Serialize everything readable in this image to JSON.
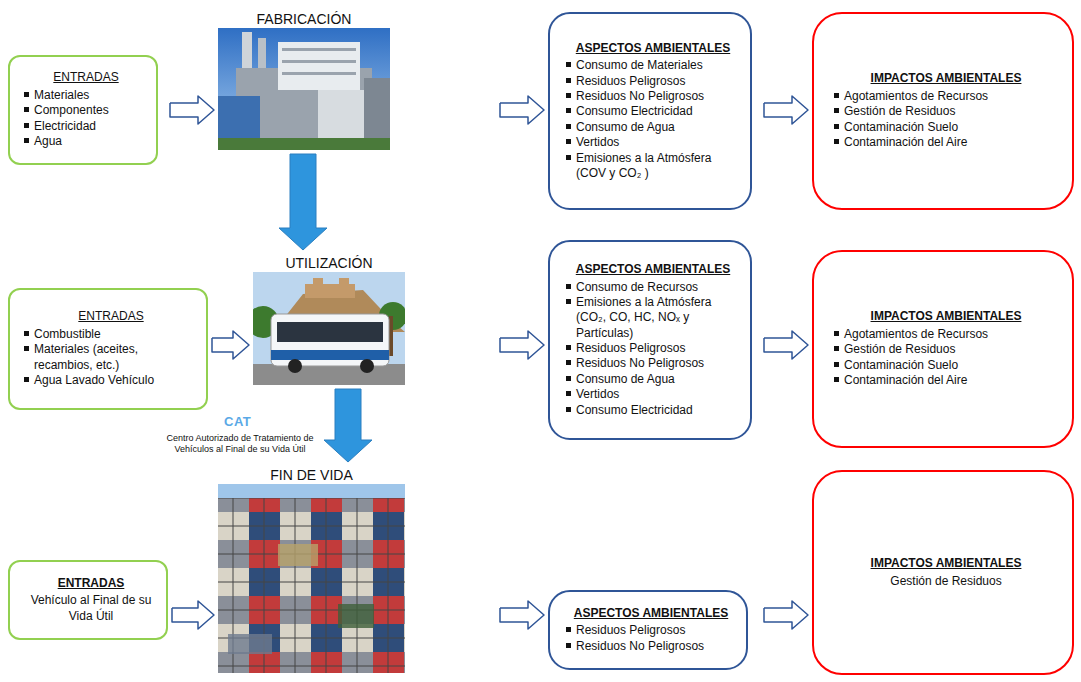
{
  "diagram": {
    "nodes": [
      {
        "text": [
          "ENTRADAS",
          "Materiales",
          "Componentes",
          "Electricidad",
          "Agua"
        ]
      },
      {
        "text": [
          "FABRICACIÓN"
        ]
      },
      {
        "text": [
          "ASPECTOS AMBIENTALES",
          "Consumo de Materiales",
          "Residuos Peligrosos",
          "Residuos No Peligrosos",
          "Consumo Electricidad",
          "Consumo de Agua",
          "Vertidos",
          "Emisiones a la Atmósfera (COV y CO₂ )"
        ]
      },
      {
        "text": [
          "IMPACTOS AMBIENTALES",
          "Agotamientos de Recursos",
          "Gestión de Residuos",
          "Contaminación Suelo",
          "Contaminación del Aire"
        ]
      },
      {
        "text": [
          "ENTRADAS",
          "Combustible",
          "Materiales (aceites, recambios, etc.)",
          "Agua Lavado Vehículo"
        ]
      },
      {
        "text": [
          "UTILIZACIÓN"
        ]
      },
      {
        "text": [
          "ASPECTOS AMBIENTALES",
          "Consumo de Recursos",
          "Emisiones a la Atmósfera (CO₂, CO, HC, NOₓ y Partículas)",
          "Residuos Peligrosos",
          "Residuos No Peligrosos",
          "Consumo de Agua",
          "Vertidos",
          "Consumo Electricidad"
        ]
      },
      {
        "text": [
          "IMPACTOS AMBIENTALES",
          "Agotamientos de Recursos",
          "Gestión de Residuos",
          "Contaminación Suelo",
          "Contaminación del Aire"
        ]
      },
      {
        "text": [
          "ENTRADAS",
          "Vehículo al Final de su Vida Útil"
        ]
      },
      {
        "text": [
          "FIN DE VIDA"
        ]
      },
      {
        "text": [
          "ASPECTOS AMBIENTALES",
          "Residuos Peligrosos",
          "Residuos No Peligrosos"
        ]
      },
      {
        "text": [
          "IMPACTOS AMBIENTALES",
          "Gestión de Residuos"
        ]
      }
    ],
    "edges": [
      {
        "from": 0,
        "to": 1,
        "arrow": "to"
      },
      {
        "from": 1,
        "to": 2,
        "arrow": "to"
      },
      {
        "from": 2,
        "to": 3,
        "arrow": "to"
      },
      {
        "from": 4,
        "to": 5,
        "arrow": "to"
      },
      {
        "from": 5,
        "to": 6,
        "arrow": "to"
      },
      {
        "from": 6,
        "to": 7,
        "arrow": "to"
      },
      {
        "from": 8,
        "to": 9,
        "arrow": "to"
      },
      {
        "from": 9,
        "to": 10,
        "arrow": "to"
      },
      {
        "from": 10,
        "to": 11,
        "arrow": "to"
      },
      {
        "from": 1,
        "to": 5,
        "arrow": "to"
      },
      {
        "from": 5,
        "to": 9,
        "arrow": "to"
      }
    ],
    "labels": [
      "CAT",
      "Centro Autorizado de Tratamiento de Vehículos al Final de su Vida Útil"
    ]
  }
}
